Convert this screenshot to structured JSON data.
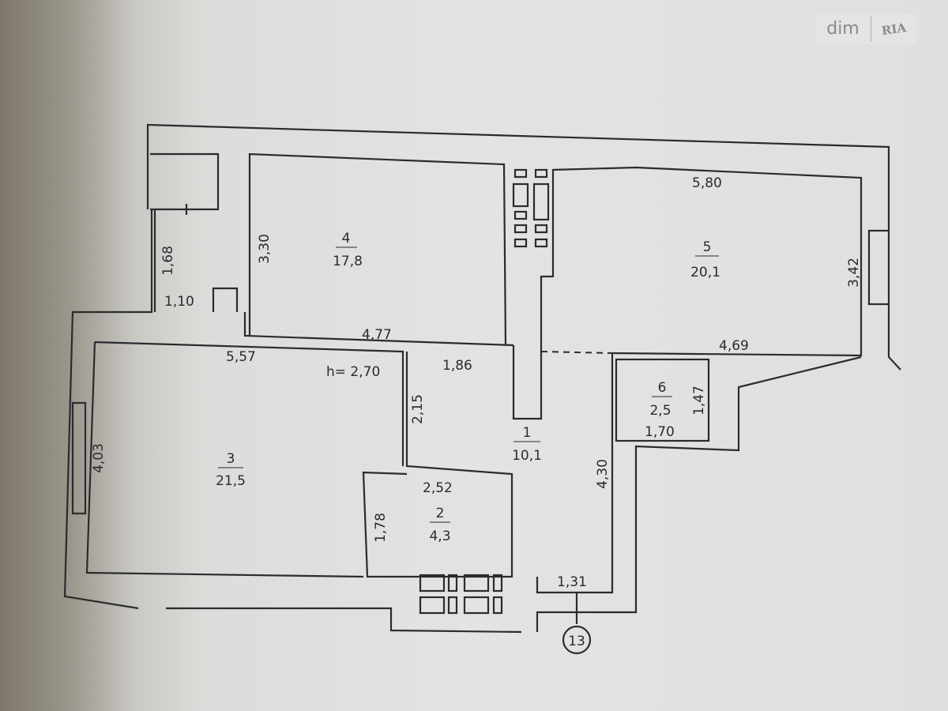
{
  "logo": {
    "left": "dim",
    "right": "RIA"
  },
  "rooms": [
    {
      "number": "1",
      "area": "10,1"
    },
    {
      "number": "2",
      "area": "4,3"
    },
    {
      "number": "3",
      "area": "21,5"
    },
    {
      "number": "4",
      "area": "17,8"
    },
    {
      "number": "5",
      "area": "20,1"
    },
    {
      "number": "6",
      "area": "2,5"
    }
  ],
  "dimensions": {
    "d168": "1,68",
    "d330": "3,30",
    "d110": "1,10",
    "d477": "4,77",
    "d557": "5,57",
    "d186": "1,86",
    "d580": "5,80",
    "d342": "3,42",
    "d469": "4,69",
    "d147": "1,47",
    "d170": "1,70",
    "d215": "2,15",
    "d403": "4,03",
    "d252": "2,52",
    "d178": "1,78",
    "d430": "4,30",
    "d131": "1,31"
  },
  "ceiling_height": "h= 2,70",
  "entrance_number": "13"
}
